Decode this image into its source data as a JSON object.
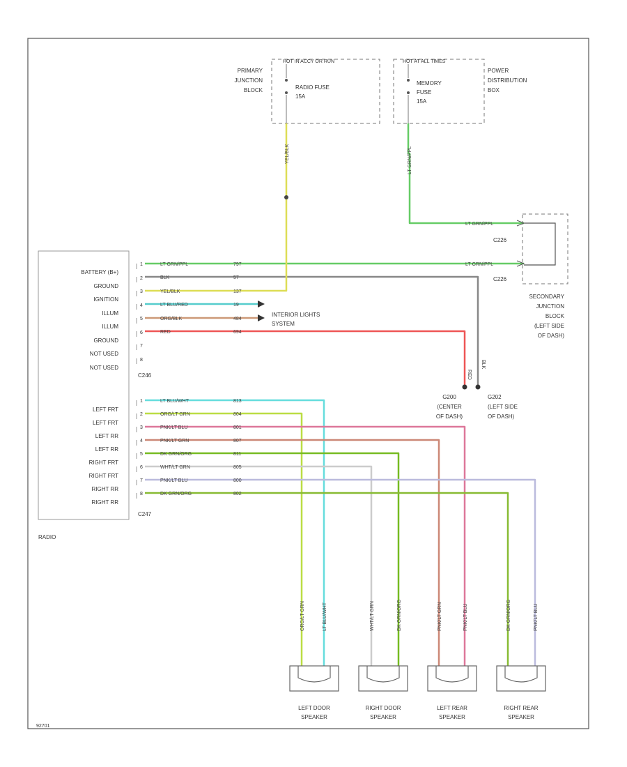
{
  "colors": {
    "lt_grn_ppl": "#66cc66",
    "blk": "#888888",
    "yel_blk": "#dddd55",
    "lt_blu_red": "#55cccc",
    "org_blk": "#cc9977",
    "red": "#ee5555",
    "lt_blu_wht": "#66dddd",
    "org_lt_grn": "#bbdd44",
    "pnk_lt_blu": "#dd7799",
    "pnk_lt_grn": "#cc8877",
    "dk_grn_org": "#77bb22",
    "wht_lt_grn": "#cccccc",
    "pnk_lt_blu2": "#bbbbdd",
    "dk_grn_org2": "#88bb33"
  },
  "top": {
    "hot_run": "HOT IN ACCY OR RUN",
    "hot_all": "HOT AT ALL TIMES",
    "primary_jb": [
      "PRIMARY",
      "JUNCTION",
      "BLOCK"
    ],
    "radio_fuse": [
      "RADIO FUSE",
      "15A"
    ],
    "memory_fuse": [
      "MEMORY",
      "FUSE",
      "15A"
    ],
    "pdb": [
      "POWER",
      "DISTRIBUTION",
      "BOX"
    ]
  },
  "secondary_jb": {
    "c1": "C226",
    "c2": "C226",
    "label": [
      "SECONDARY",
      "JUNCTION",
      "BLOCK",
      "(LEFT SIDE",
      "OF DASH)"
    ]
  },
  "radio": {
    "label": "RADIO",
    "conn_top": "C246",
    "conn_bottom": "C247",
    "pins_top": [
      {
        "label": "BATTERY (B+)",
        "pin": "1",
        "wire": "LT GRN/PPL",
        "circuit": "797"
      },
      {
        "label": "GROUND",
        "pin": "2",
        "wire": "BLK",
        "circuit": "57"
      },
      {
        "label": "IGNITION",
        "pin": "3",
        "wire": "YEL/BLK",
        "circuit": "137"
      },
      {
        "label": "ILLUM",
        "pin": "4",
        "wire": "LT BLU/RED",
        "circuit": "19"
      },
      {
        "label": "ILLUM",
        "pin": "5",
        "wire": "ORG/BLK",
        "circuit": "484"
      },
      {
        "label": "GROUND",
        "pin": "6",
        "wire": "RED",
        "circuit": "694"
      },
      {
        "label": "NOT USED",
        "pin": "7",
        "wire": "",
        "circuit": ""
      },
      {
        "label": "NOT USED",
        "pin": "8",
        "wire": "",
        "circuit": ""
      }
    ],
    "pins_bottom": [
      {
        "label": "LEFT FRT",
        "pin": "1",
        "wire": "LT BLU/WHT",
        "circuit": "813"
      },
      {
        "label": "LEFT FRT",
        "pin": "2",
        "wire": "ORG/LT GRN",
        "circuit": "804"
      },
      {
        "label": "LEFT RR",
        "pin": "3",
        "wire": "PNK/LT BLU",
        "circuit": "801"
      },
      {
        "label": "LEFT RR",
        "pin": "4",
        "wire": "PNK/LT GRN",
        "circuit": "807"
      },
      {
        "label": "RIGHT FRT",
        "pin": "5",
        "wire": "DK GRN/ORG",
        "circuit": "811"
      },
      {
        "label": "RIGHT FRT",
        "pin": "6",
        "wire": "WHT/LT GRN",
        "circuit": "805"
      },
      {
        "label": "RIGHT RR",
        "pin": "7",
        "wire": "PNK/LT BLU",
        "circuit": "800"
      },
      {
        "label": "RIGHT RR",
        "pin": "8",
        "wire": "DK GRN/ORG",
        "circuit": "802"
      }
    ]
  },
  "interior_lights": [
    "INTERIOR LIGHTS",
    "SYSTEM"
  ],
  "grounds": {
    "g1": {
      "id": "G200",
      "text": [
        "(CENTER",
        "OF DASH)"
      ],
      "wire": "RED"
    },
    "g2": {
      "id": "G202",
      "text": [
        "(LEFT SIDE",
        "OF DASH)"
      ],
      "wire": "BLK"
    }
  },
  "speakers": [
    {
      "name": [
        "LEFT DOOR",
        "SPEAKER"
      ],
      "wire_a": "ORG/LT GRN",
      "wire_b": "LT BLU/WHT"
    },
    {
      "name": [
        "RIGHT DOOR",
        "SPEAKER"
      ],
      "wire_a": "WHT/LT GRN",
      "wire_b": "DK GRN/ORG"
    },
    {
      "name": [
        "LEFT REAR",
        "SPEAKER"
      ],
      "wire_a": "PNK/LT GRN",
      "wire_b": "PNK/LT BLU"
    },
    {
      "name": [
        "RIGHT REAR",
        "SPEAKER"
      ],
      "wire_a": "DK GRN/ORG",
      "wire_b": "PNK/LT BLU"
    }
  ],
  "footer_code": "92701"
}
